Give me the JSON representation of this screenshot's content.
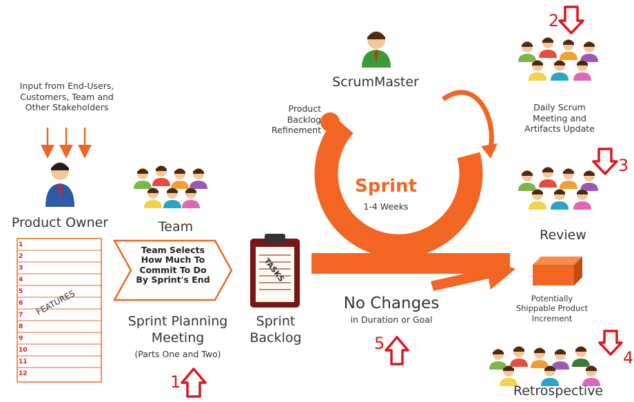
{
  "input_text": "Input from End-Users,\nCustomers, Team and\nOther Stakeholders",
  "product_owner": "Product Owner",
  "team": "Team",
  "features_label": "FEATURES",
  "backlog_numbers": [
    "1",
    "2",
    "3",
    "4",
    "5",
    "6",
    "7",
    "8",
    "9",
    "10",
    "11",
    "12"
  ],
  "team_selects": "Team Selects\nHow Much To\nCommit To Do\nBy Sprint's End",
  "sprint_planning": "Sprint Planning\nMeeting",
  "parts": "(Parts One and Two)",
  "tasks_label": "TASKS",
  "sprint_backlog": "Sprint\nBacklog",
  "scrum_master": "ScrumMaster",
  "backlog_refinement": "Product\nBacklog\nRefinement",
  "sprint_title": "Sprint",
  "sprint_duration": "1-4 Weeks",
  "no_changes": "No Changes",
  "no_changes_sub": "in Duration or Goal",
  "daily_scrum": "Daily Scrum\nMeeting and\nArtifacts Update",
  "review": "Review",
  "increment": "Potentially\nShippable Product\nIncrement",
  "retrospective": "Retrospective",
  "markers": {
    "m1": "1",
    "m2": "2",
    "m3": "3",
    "m4": "4",
    "m5": "5"
  },
  "colors": {
    "orange": "#f26522",
    "red": "#e0151b",
    "clipboard": "#7b1515"
  }
}
